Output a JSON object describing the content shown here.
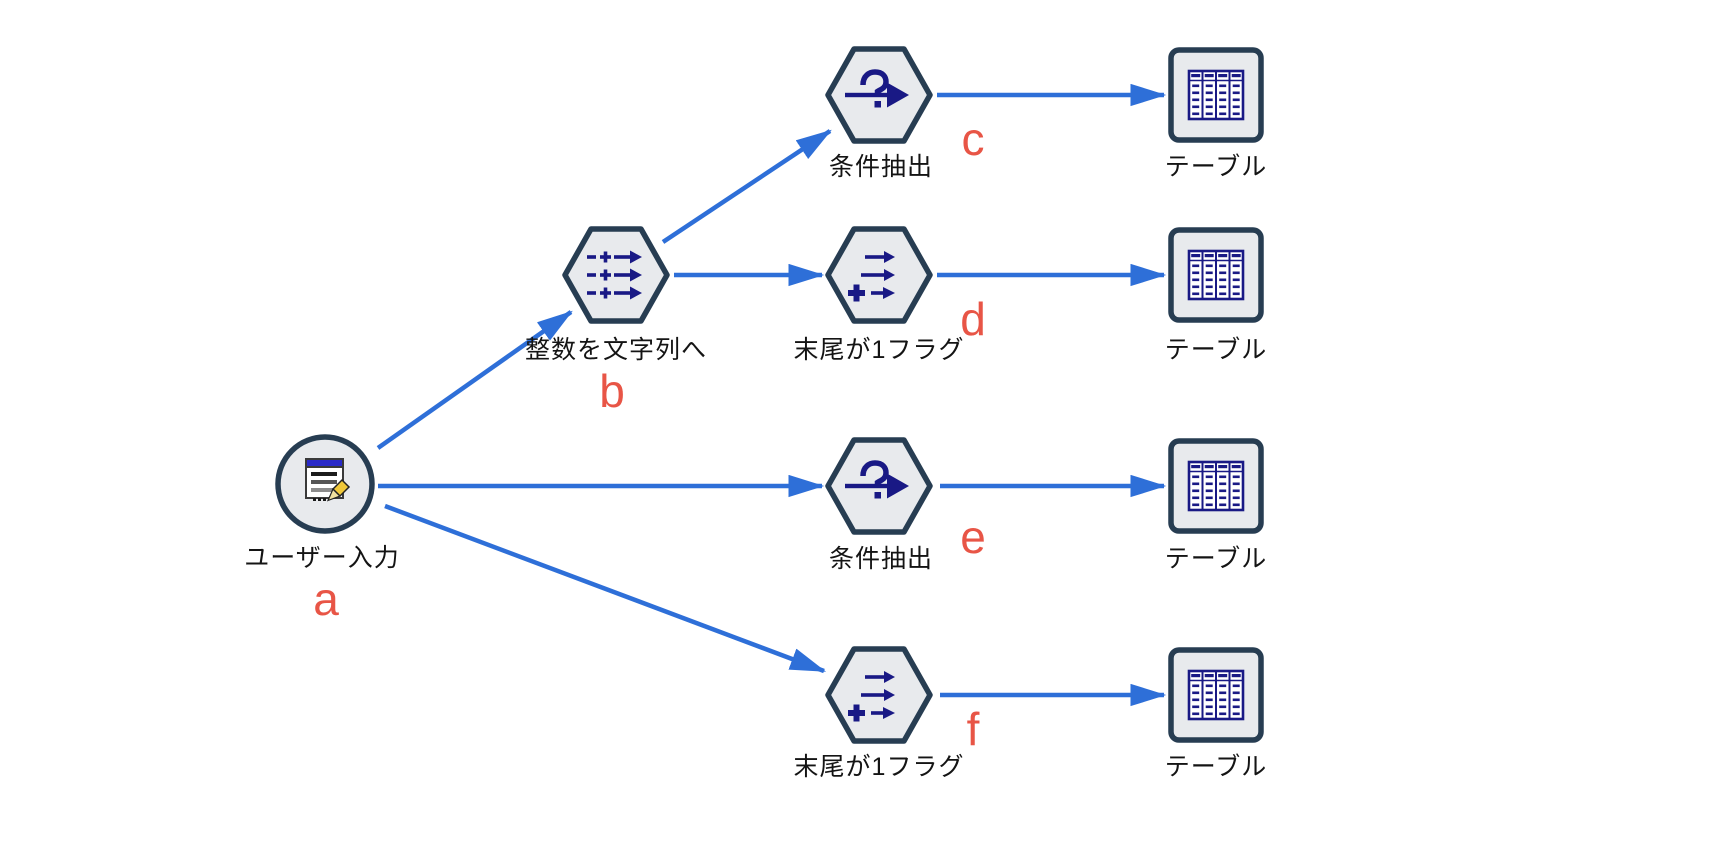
{
  "colors": {
    "arrow": "#2e6fd8",
    "node_border": "#273d52",
    "node_fill": "#e8eaed",
    "icon_navy": "#191985",
    "letter_red": "#e85546",
    "label_text": "#141414",
    "window_titlebar": "#2a2ac8",
    "pencil_yellow": "#f0c83a",
    "background": "#ffffff"
  },
  "nodes": {
    "a": {
      "type": "user-input",
      "shape": "circle",
      "icon": "user-input-icon",
      "label": "ユーザー入力",
      "letter": "a"
    },
    "b": {
      "type": "reclassify",
      "shape": "hexagon",
      "icon": "reclassify-icon",
      "label": "整数を文字列へ",
      "letter": "b"
    },
    "c": {
      "type": "select",
      "shape": "hexagon",
      "icon": "select-icon",
      "label": "条件抽出",
      "letter": "c"
    },
    "d": {
      "type": "derive",
      "shape": "hexagon",
      "icon": "derive-icon",
      "label": "末尾が1フラグ",
      "letter": "d"
    },
    "e": {
      "type": "select",
      "shape": "hexagon",
      "icon": "select-icon",
      "label": "条件抽出",
      "letter": "e"
    },
    "f": {
      "type": "derive",
      "shape": "hexagon",
      "icon": "derive-icon",
      "label": "末尾が1フラグ",
      "letter": "f"
    },
    "t1": {
      "type": "table",
      "shape": "square",
      "icon": "table-icon",
      "label": "テーブル"
    },
    "t2": {
      "type": "table",
      "shape": "square",
      "icon": "table-icon",
      "label": "テーブル"
    },
    "t3": {
      "type": "table",
      "shape": "square",
      "icon": "table-icon",
      "label": "テーブル"
    },
    "t4": {
      "type": "table",
      "shape": "square",
      "icon": "table-icon",
      "label": "テーブル"
    }
  },
  "edges": [
    {
      "from": "a",
      "to": "b"
    },
    {
      "from": "b",
      "to": "c"
    },
    {
      "from": "b",
      "to": "d"
    },
    {
      "from": "a",
      "to": "e"
    },
    {
      "from": "a",
      "to": "f"
    },
    {
      "from": "c",
      "to": "t1"
    },
    {
      "from": "d",
      "to": "t2"
    },
    {
      "from": "e",
      "to": "t3"
    },
    {
      "from": "f",
      "to": "t4"
    }
  ]
}
